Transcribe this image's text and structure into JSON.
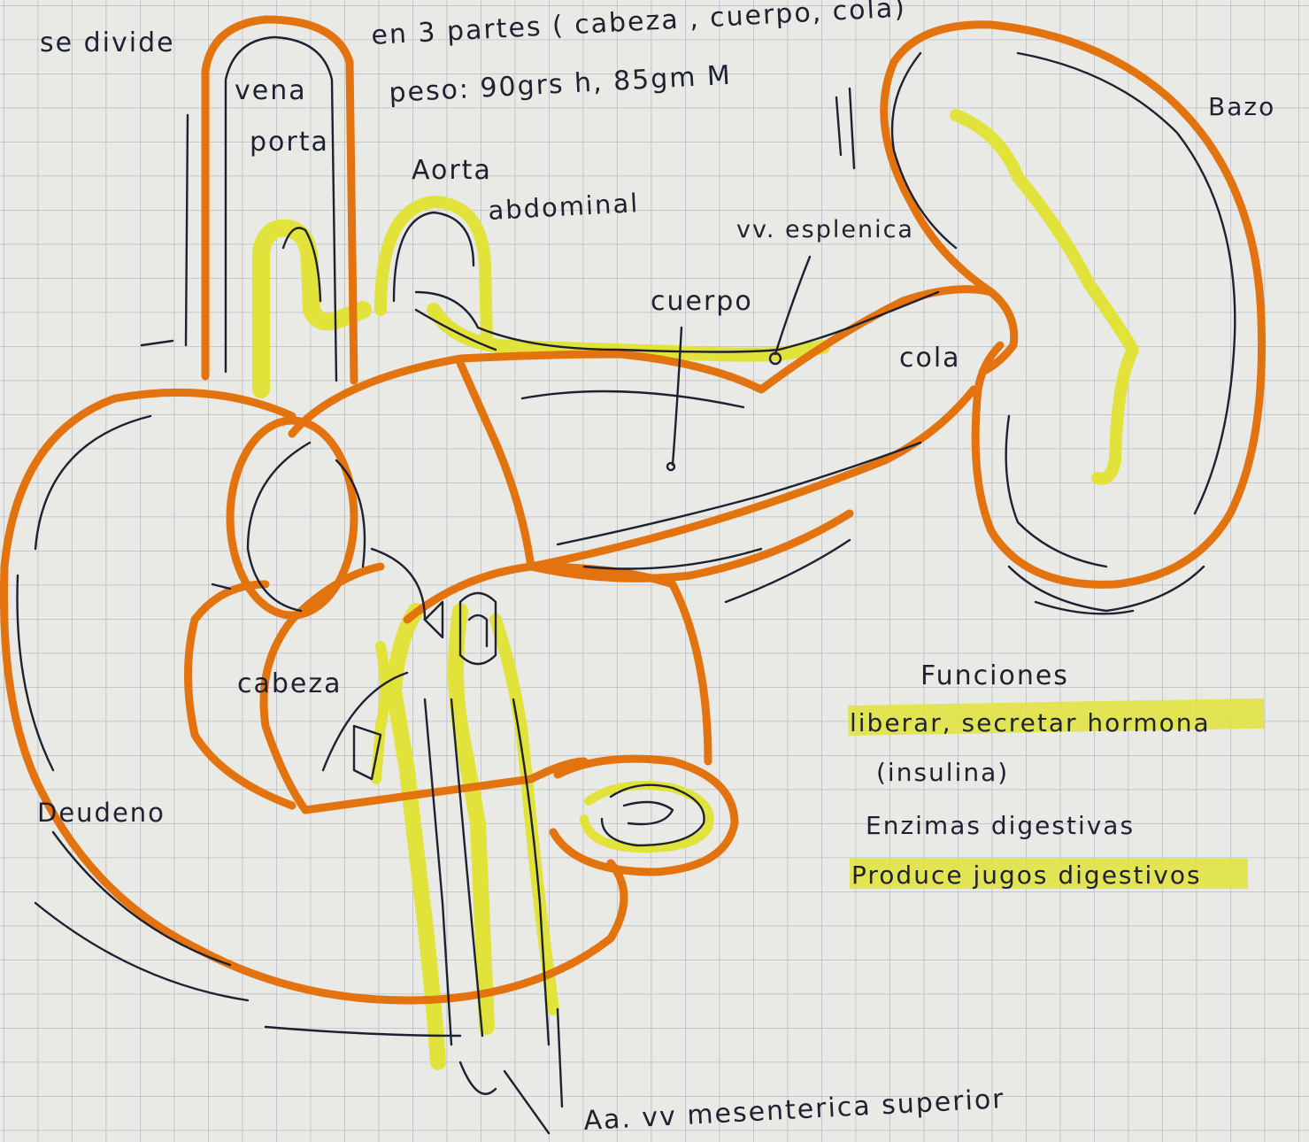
{
  "header": {
    "line1": "se divide",
    "line1b": "en 3 partes ( cabeza , cuerpo, cola)",
    "weight": "peso: 90grs h, 85gm M"
  },
  "labels": {
    "vena": "vena",
    "porta": "porta",
    "aorta": "Aorta",
    "abdominal": "abdominal",
    "vv_esplenica": "vv. esplenica",
    "cuerpo": "cuerpo",
    "cola": "cola",
    "bazo": "Bazo",
    "cabeza": "cabeza",
    "deudeno": "Deudeno",
    "mesenterica": "Aa. vv mesenterica superior"
  },
  "funciones": {
    "title": "Funciones",
    "item1": "liberar, secretar hormona",
    "item2": "(insulina)",
    "item3": "Enzimas digestivas",
    "item4": "Produce jugos digestivos"
  },
  "colors": {
    "orange": "#e2730f",
    "yellow": "#e2e33a",
    "ink": "#1e2230",
    "paper": "#e9e9e6",
    "grid": "#b9bcc4"
  }
}
